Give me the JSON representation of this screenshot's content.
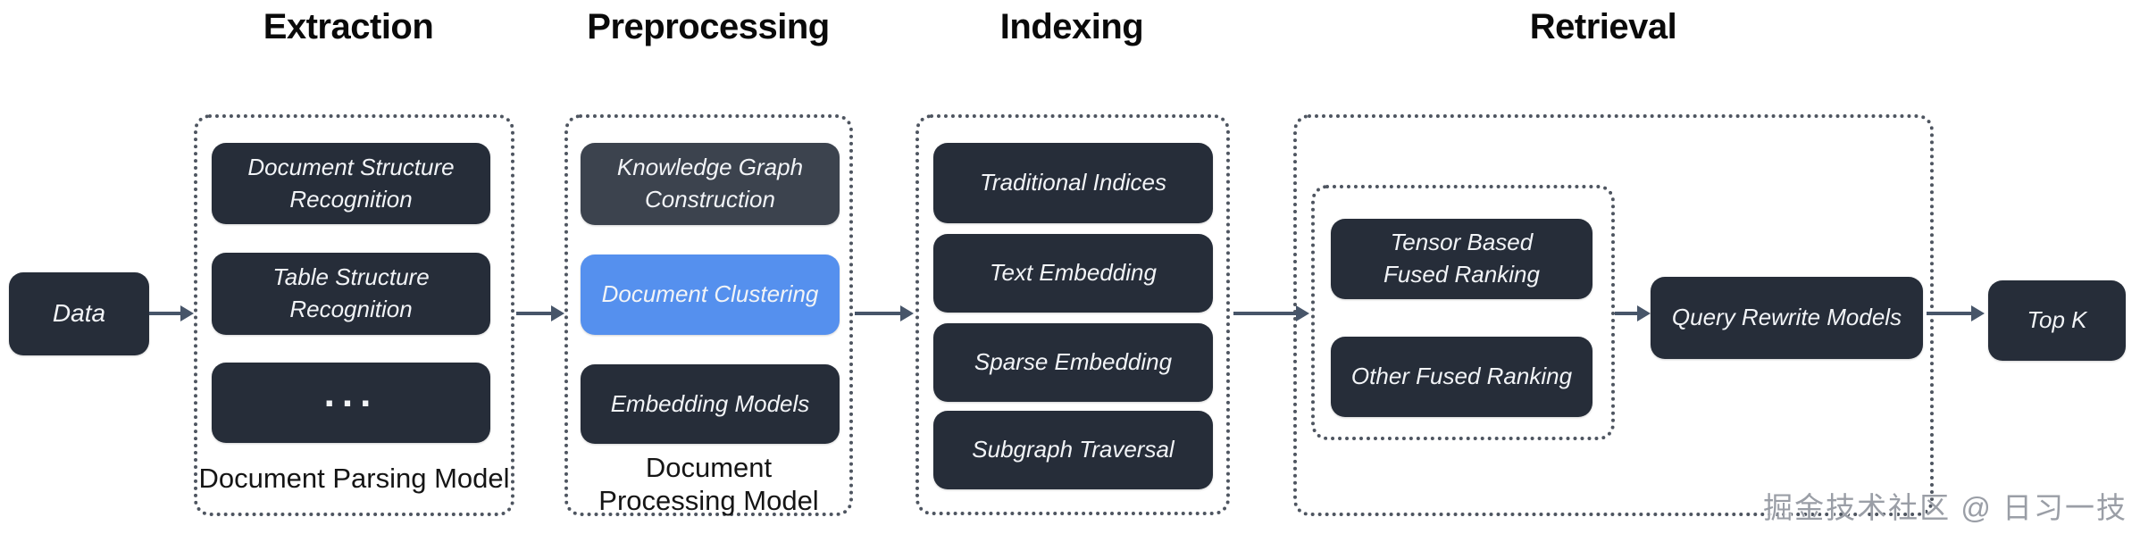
{
  "colors": {
    "node_dark": "#262d39",
    "node_gray": "#3c434e",
    "node_blue": "#5590ee",
    "arrow": "#475569",
    "dashed_border": "#4e5560",
    "node_text": "#f2f4f7",
    "heading_text": "#0a0a0a",
    "watermark_text": "#9a9ea6"
  },
  "source_node": {
    "label": "Data"
  },
  "stages": [
    {
      "title": "Extraction",
      "caption": "Document Parsing Model",
      "nodes": [
        {
          "label": "Document Structure\nRecognition"
        },
        {
          "label": "Table Structure\nRecognition"
        },
        {
          "label": "..."
        }
      ]
    },
    {
      "title": "Preprocessing",
      "caption": "Document\nProcessing Model",
      "nodes": [
        {
          "label": "Knowledge Graph\nConstruction"
        },
        {
          "label": "Document Clustering",
          "highlight": "blue"
        },
        {
          "label": "Embedding Models"
        }
      ]
    },
    {
      "title": "Indexing",
      "nodes": [
        {
          "label": "Traditional Indices"
        },
        {
          "label": "Text Embedding"
        },
        {
          "label": "Sparse Embedding"
        },
        {
          "label": "Subgraph Traversal"
        }
      ]
    },
    {
      "title": "Retrieval",
      "fused_ranking_group": {
        "nodes": [
          {
            "label": "Tensor Based\nFused Ranking"
          },
          {
            "label": "Other Fused Ranking"
          }
        ]
      },
      "nodes": [
        {
          "label": "Query Rewrite Models"
        }
      ]
    }
  ],
  "sink_node": {
    "label": "Top K"
  },
  "watermark": "掘金技术社区 @ 日习一技"
}
